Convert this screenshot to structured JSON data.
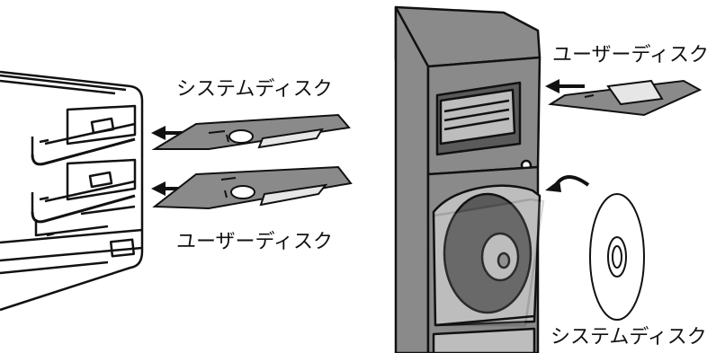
{
  "labels": {
    "left_system_disk": "システムディスク",
    "left_user_disk": "ユーザーディスク",
    "right_user_disk": "ユーザーディスク",
    "right_system_disk": "システムディスク"
  },
  "colors": {
    "outline": "#111111",
    "panel_gray": "#8a8a8a",
    "light_gray": "#bdbdbd",
    "dark_gray": "#5a5a5a",
    "background": "#ffffff"
  }
}
